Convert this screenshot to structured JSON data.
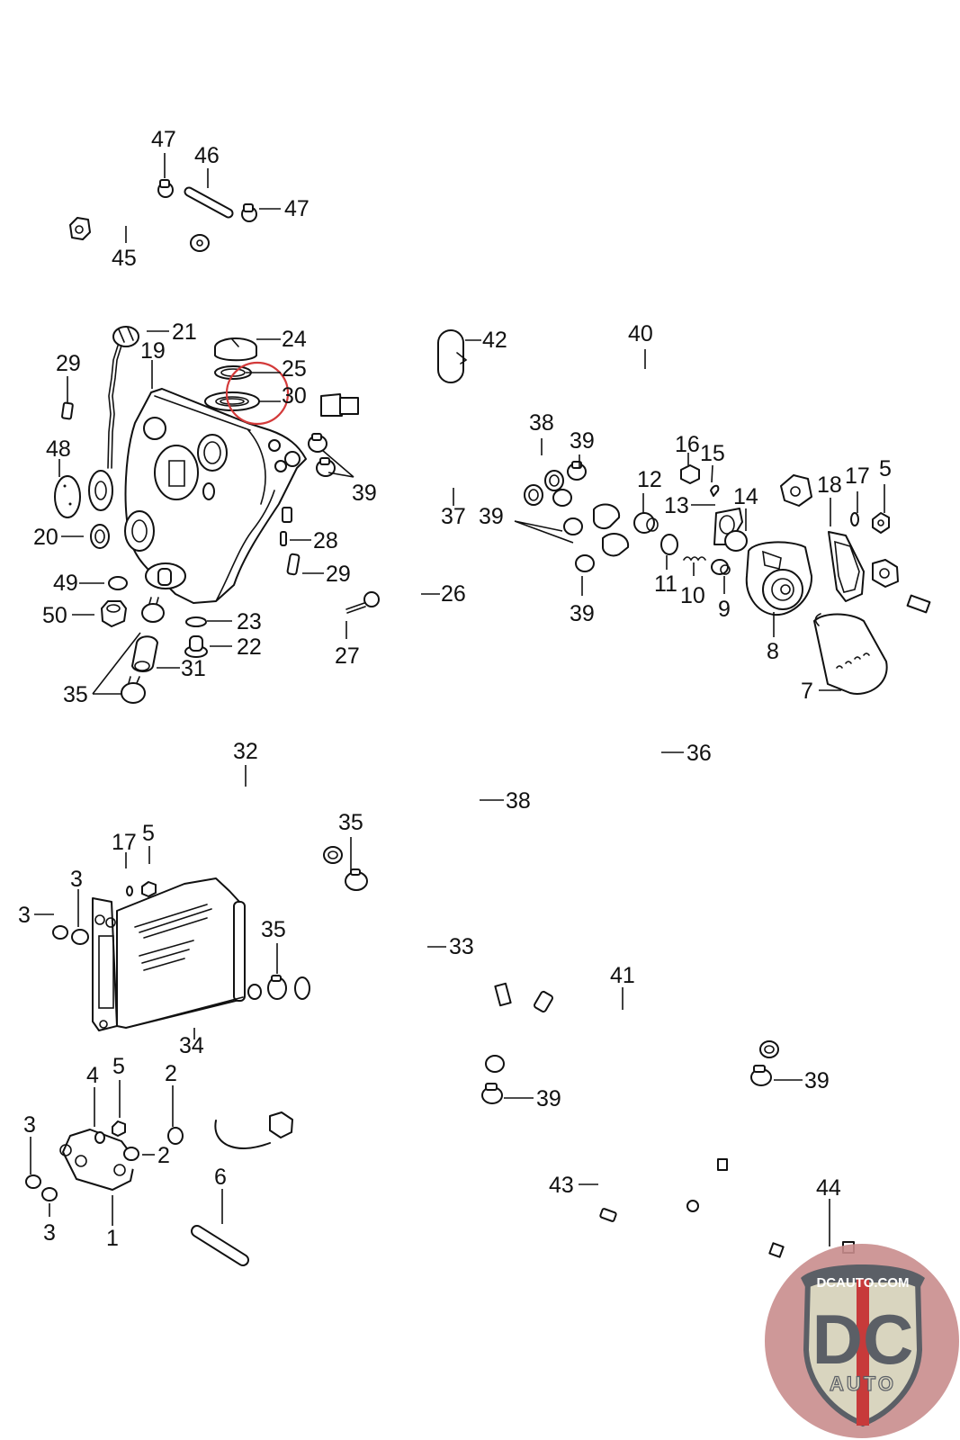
{
  "diagram": {
    "type": "exploded parts diagram",
    "subject": "Oil tank, oil lines and oil cooler assembly",
    "callouts": [
      {
        "id": "c45",
        "label": "45",
        "part": "oil line with banjo fitting"
      },
      {
        "id": "c46",
        "label": "46",
        "part": "connecting tube"
      },
      {
        "id": "c47a",
        "label": "47",
        "part": "hose clamp"
      },
      {
        "id": "c47b",
        "label": "47",
        "part": "hose clamp"
      },
      {
        "id": "c21",
        "label": "21",
        "part": "dipstick"
      },
      {
        "id": "c19",
        "label": "19",
        "part": "oil tank"
      },
      {
        "id": "c24",
        "label": "24",
        "part": "filler cap"
      },
      {
        "id": "c25",
        "label": "25",
        "part": "gasket"
      },
      {
        "id": "c30",
        "label": "30",
        "part": "seal ring (highlighted)"
      },
      {
        "id": "c29a",
        "label": "29",
        "part": "rubber buffer"
      },
      {
        "id": "c48",
        "label": "48",
        "part": "cover plate"
      },
      {
        "id": "c20",
        "label": "20",
        "part": "gasket"
      },
      {
        "id": "c49",
        "label": "49",
        "part": "washer"
      },
      {
        "id": "c50",
        "label": "50",
        "part": "nut"
      },
      {
        "id": "c35a",
        "label": "35",
        "part": "hose clamp"
      },
      {
        "id": "c31",
        "label": "31",
        "part": "hose"
      },
      {
        "id": "c23",
        "label": "23",
        "part": "seal ring"
      },
      {
        "id": "c22",
        "label": "22",
        "part": "drain plug"
      },
      {
        "id": "c28",
        "label": "28",
        "part": "sleeve"
      },
      {
        "id": "c29b",
        "label": "29",
        "part": "hose"
      },
      {
        "id": "c26",
        "label": "26",
        "part": "breather line"
      },
      {
        "id": "c27",
        "label": "27",
        "part": "union fitting"
      },
      {
        "id": "c42",
        "label": "42",
        "part": "hose clip"
      },
      {
        "id": "c40",
        "label": "40",
        "part": "oil pressure line"
      },
      {
        "id": "c38a",
        "label": "38",
        "part": "breather hose"
      },
      {
        "id": "c39a",
        "label": "39",
        "part": "hose clamp"
      },
      {
        "id": "c37",
        "label": "37",
        "part": "breather hose"
      },
      {
        "id": "c39b",
        "label": "39",
        "part": "hose clamp"
      },
      {
        "id": "c39c",
        "label": "39",
        "part": "hose clamp"
      },
      {
        "id": "c39d",
        "label": "39",
        "part": "hose clamp"
      },
      {
        "id": "c16",
        "label": "16",
        "part": "nut"
      },
      {
        "id": "c15",
        "label": "15",
        "part": "lock washer"
      },
      {
        "id": "c12",
        "label": "12",
        "part": "plug"
      },
      {
        "id": "c13",
        "label": "13",
        "part": "thermostat flange"
      },
      {
        "id": "c14",
        "label": "14",
        "part": "o-ring"
      },
      {
        "id": "c18",
        "label": "18",
        "part": "gasket"
      },
      {
        "id": "c17a",
        "label": "17",
        "part": "lock washer"
      },
      {
        "id": "c5a",
        "label": "5",
        "part": "nut"
      },
      {
        "id": "c11",
        "label": "11",
        "part": "seal ring"
      },
      {
        "id": "c10",
        "label": "10",
        "part": "spring"
      },
      {
        "id": "c9",
        "label": "9",
        "part": "piston"
      },
      {
        "id": "c8",
        "label": "8",
        "part": "oil filter housing"
      },
      {
        "id": "c7",
        "label": "7",
        "part": "oil filter"
      },
      {
        "id": "c36",
        "label": "36",
        "part": "breather hose"
      },
      {
        "id": "c38b",
        "label": "38",
        "part": "breather hose"
      },
      {
        "id": "c32",
        "label": "32",
        "part": "hose"
      },
      {
        "id": "c35b",
        "label": "35",
        "part": "hose clamp"
      },
      {
        "id": "c33",
        "label": "33",
        "part": "hose"
      },
      {
        "id": "c35c",
        "label": "35",
        "part": "hose clamp"
      },
      {
        "id": "c17b",
        "label": "17",
        "part": "lock washer"
      },
      {
        "id": "c5b",
        "label": "5",
        "part": "nut"
      },
      {
        "id": "c3a",
        "label": "3",
        "part": "spacer"
      },
      {
        "id": "c3b",
        "label": "3",
        "part": "spacer"
      },
      {
        "id": "c34",
        "label": "34",
        "part": "oil cooler"
      },
      {
        "id": "c41",
        "label": "41",
        "part": "oil return line"
      },
      {
        "id": "c39e",
        "label": "39",
        "part": "hose clamp"
      },
      {
        "id": "c39f",
        "label": "39",
        "part": "hose clamp"
      },
      {
        "id": "c4",
        "label": "4",
        "part": "lock washer"
      },
      {
        "id": "c5c",
        "label": "5",
        "part": "nut"
      },
      {
        "id": "c2a",
        "label": "2",
        "part": "spacer"
      },
      {
        "id": "c2b",
        "label": "2",
        "part": "spacer"
      },
      {
        "id": "c3c",
        "label": "3",
        "part": "spacer"
      },
      {
        "id": "c3d",
        "label": "3",
        "part": "spacer"
      },
      {
        "id": "c1",
        "label": "1",
        "part": "oil pump / thermostat housing"
      },
      {
        "id": "c6",
        "label": "6",
        "part": "connecting tube"
      },
      {
        "id": "c43",
        "label": "43",
        "part": "oil line"
      },
      {
        "id": "c44",
        "label": "44",
        "part": "oil line"
      }
    ],
    "highlight_color": "#d33a3a"
  },
  "watermark": {
    "site": "DCAUTO.COM",
    "monogram": "DC",
    "subtitle": "AUTO",
    "colors": {
      "circle": "#c98d8d",
      "shield": "#d9d5bf",
      "text": "#5b5f66",
      "stripe": "#c73a3a"
    }
  }
}
